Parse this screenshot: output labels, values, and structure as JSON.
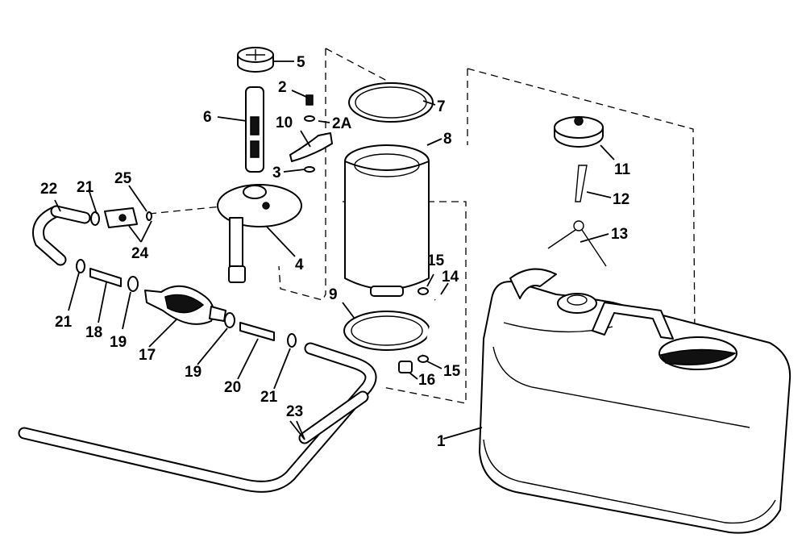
{
  "diagram": {
    "callouts": [
      {
        "id": "c1",
        "label": "1"
      },
      {
        "id": "c2",
        "label": "2"
      },
      {
        "id": "c2a",
        "label": "2A"
      },
      {
        "id": "c3",
        "label": "3"
      },
      {
        "id": "c4",
        "label": "4"
      },
      {
        "id": "c5",
        "label": "5"
      },
      {
        "id": "c6",
        "label": "6"
      },
      {
        "id": "c7",
        "label": "7"
      },
      {
        "id": "c8",
        "label": "8"
      },
      {
        "id": "c9",
        "label": "9"
      },
      {
        "id": "c10",
        "label": "10"
      },
      {
        "id": "c11",
        "label": "11"
      },
      {
        "id": "c12",
        "label": "12"
      },
      {
        "id": "c13",
        "label": "13"
      },
      {
        "id": "c14",
        "label": "14"
      },
      {
        "id": "c15a",
        "label": "15"
      },
      {
        "id": "c15b",
        "label": "15"
      },
      {
        "id": "c16",
        "label": "16"
      },
      {
        "id": "c17",
        "label": "17"
      },
      {
        "id": "c18",
        "label": "18"
      },
      {
        "id": "c19a",
        "label": "19"
      },
      {
        "id": "c19b",
        "label": "19"
      },
      {
        "id": "c20",
        "label": "20"
      },
      {
        "id": "c21a",
        "label": "21"
      },
      {
        "id": "c21b",
        "label": "21"
      },
      {
        "id": "c21c",
        "label": "21"
      },
      {
        "id": "c22",
        "label": "22"
      },
      {
        "id": "c23",
        "label": "23"
      },
      {
        "id": "c24",
        "label": "24"
      },
      {
        "id": "c25",
        "label": "25"
      }
    ]
  }
}
